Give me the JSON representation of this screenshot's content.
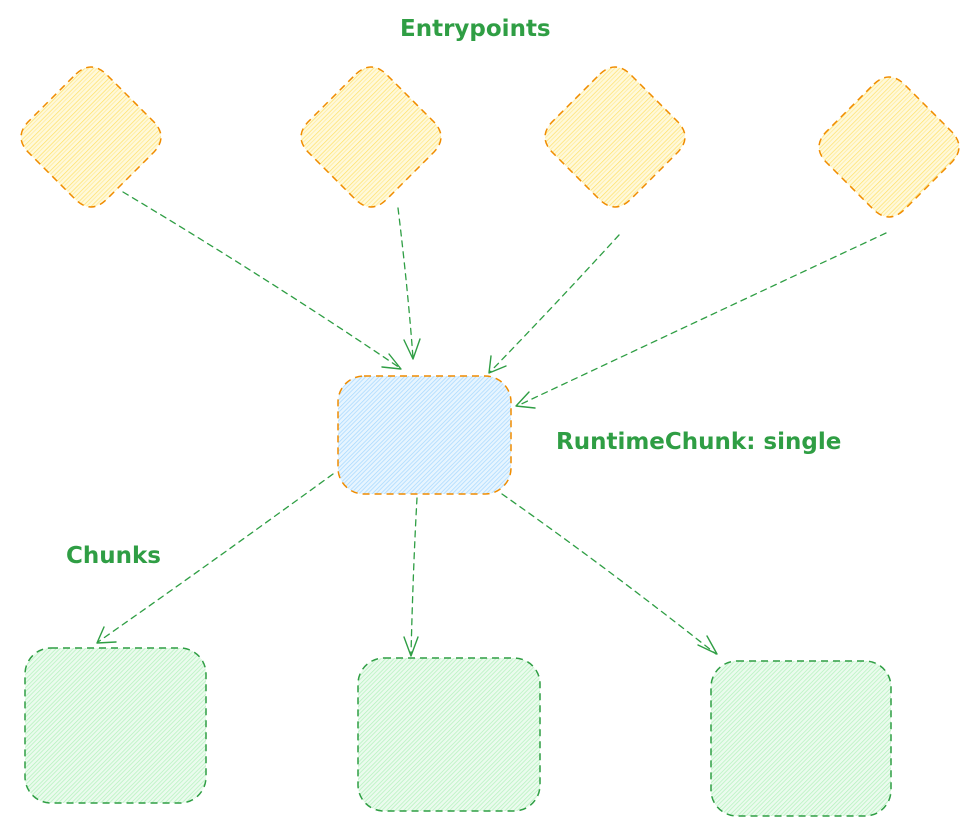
{
  "labels": {
    "entrypoints": "Entrypoints",
    "runtime_chunk": "RuntimeChunk: single",
    "chunks": "Chunks"
  },
  "colors": {
    "text": "#2f9e44",
    "arrow": "#2f9e44",
    "entry_fill": "#ffec99",
    "entry_stroke": "#f08c00",
    "runtime_fill": "#a5d8ff",
    "runtime_stroke": "#f08c00",
    "chunk_fill": "#b2f2bb",
    "chunk_stroke": "#2f9e44"
  },
  "nodes": {
    "entrypoints": [
      "entrypoint-1",
      "entrypoint-2",
      "entrypoint-3",
      "entrypoint-4"
    ],
    "runtime": "runtime-chunk",
    "chunks": [
      "chunk-1",
      "chunk-2",
      "chunk-3"
    ]
  },
  "edges": [
    {
      "from": "entrypoint-1",
      "to": "runtime-chunk"
    },
    {
      "from": "entrypoint-2",
      "to": "runtime-chunk"
    },
    {
      "from": "entrypoint-3",
      "to": "runtime-chunk"
    },
    {
      "from": "entrypoint-4",
      "to": "runtime-chunk"
    },
    {
      "from": "runtime-chunk",
      "to": "chunk-1"
    },
    {
      "from": "runtime-chunk",
      "to": "chunk-2"
    },
    {
      "from": "runtime-chunk",
      "to": "chunk-3"
    }
  ]
}
